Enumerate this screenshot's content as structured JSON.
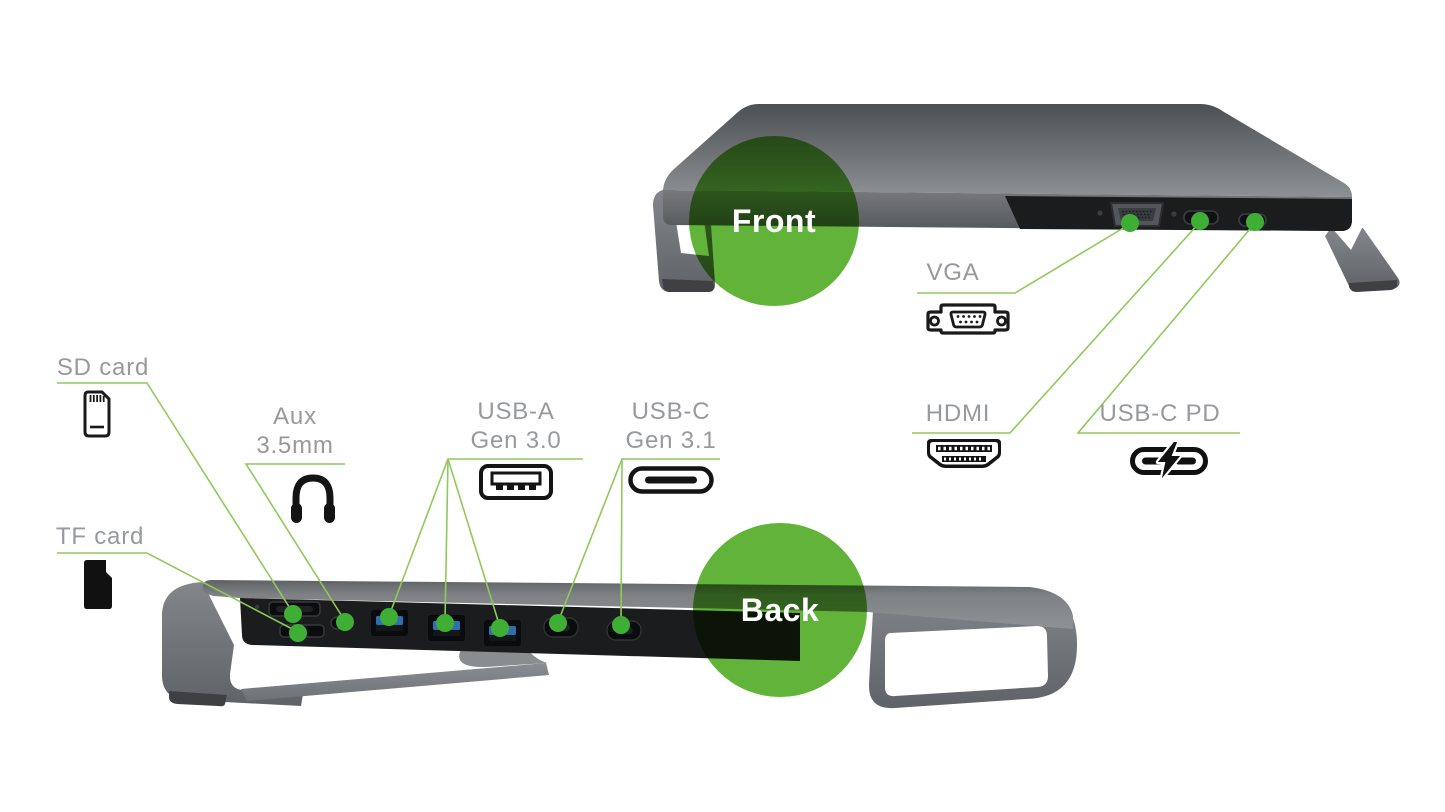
{
  "badges": {
    "front": "Front",
    "back": "Back"
  },
  "callouts": {
    "vga": {
      "label": "VGA"
    },
    "hdmi": {
      "label": "HDMI"
    },
    "usb_c_pd": {
      "label": "USB-C PD"
    },
    "sd_card": {
      "label": "SD card"
    },
    "tf_card": {
      "label": "TF card"
    },
    "aux": {
      "label": "Aux",
      "sublabel": "3.5mm"
    },
    "usb_a": {
      "label": "USB-A",
      "sublabel": "Gen 3.0"
    },
    "usb_c": {
      "label": "USB-C",
      "sublabel": "Gen 3.1"
    }
  },
  "colors": {
    "badge_green": "#5CB232",
    "leader_line_green": "#8FC95A",
    "port_dot_green": "#3FAE35",
    "label_gray": "#97999C"
  }
}
